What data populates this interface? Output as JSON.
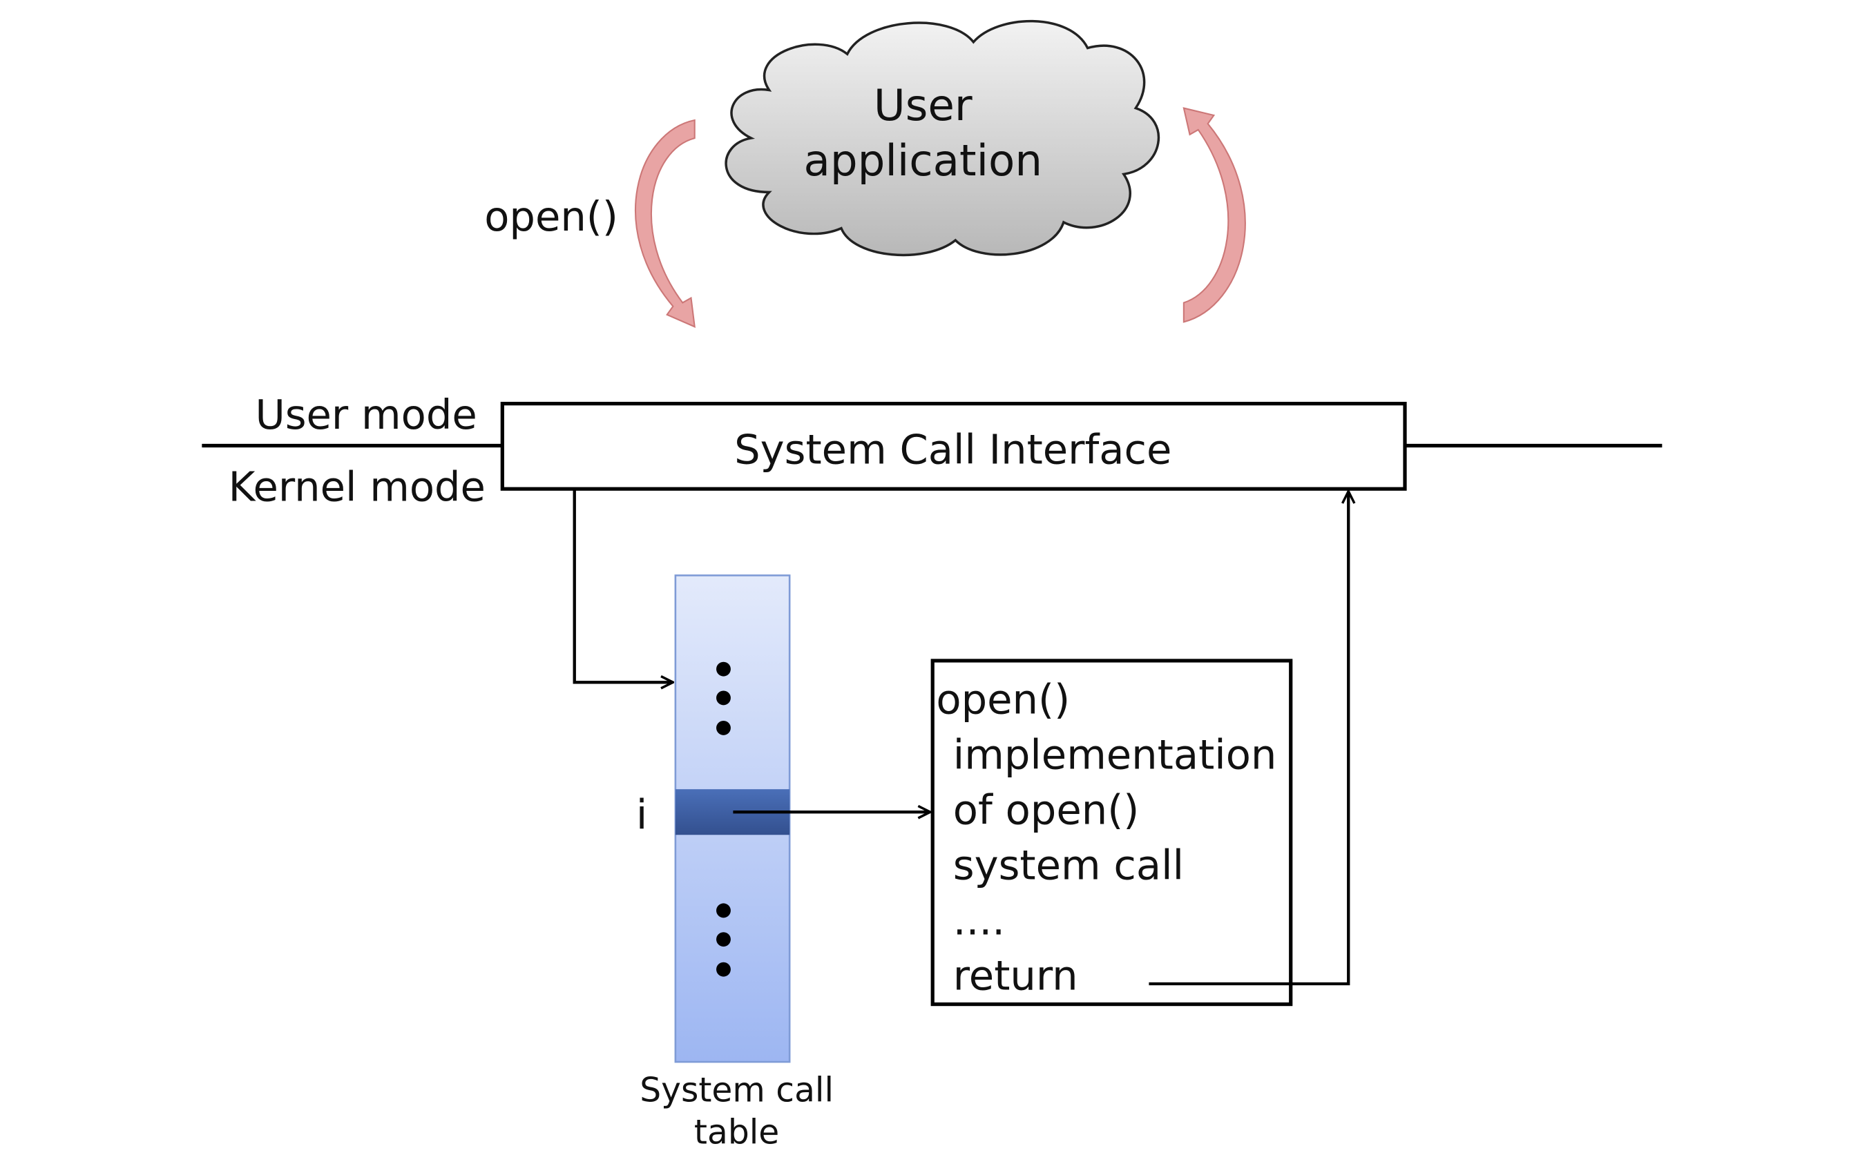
{
  "cloud": {
    "line1": "User",
    "line2": "application"
  },
  "call_label": "open()",
  "modes": {
    "user": "User mode",
    "kernel": "Kernel mode"
  },
  "interface_label": "System Call Interface",
  "table": {
    "index_label": "i",
    "caption_line1": "System call",
    "caption_line2": "table"
  },
  "implementation": {
    "lines": [
      "open()",
      "implementation",
      "of open()",
      "system call",
      "....",
      "return"
    ]
  },
  "colors": {
    "arrow_pink": "#e8a0a0",
    "table_light": "#dde6fb",
    "table_dark": "#a4bcf3",
    "table_row": "#3f63aa"
  }
}
